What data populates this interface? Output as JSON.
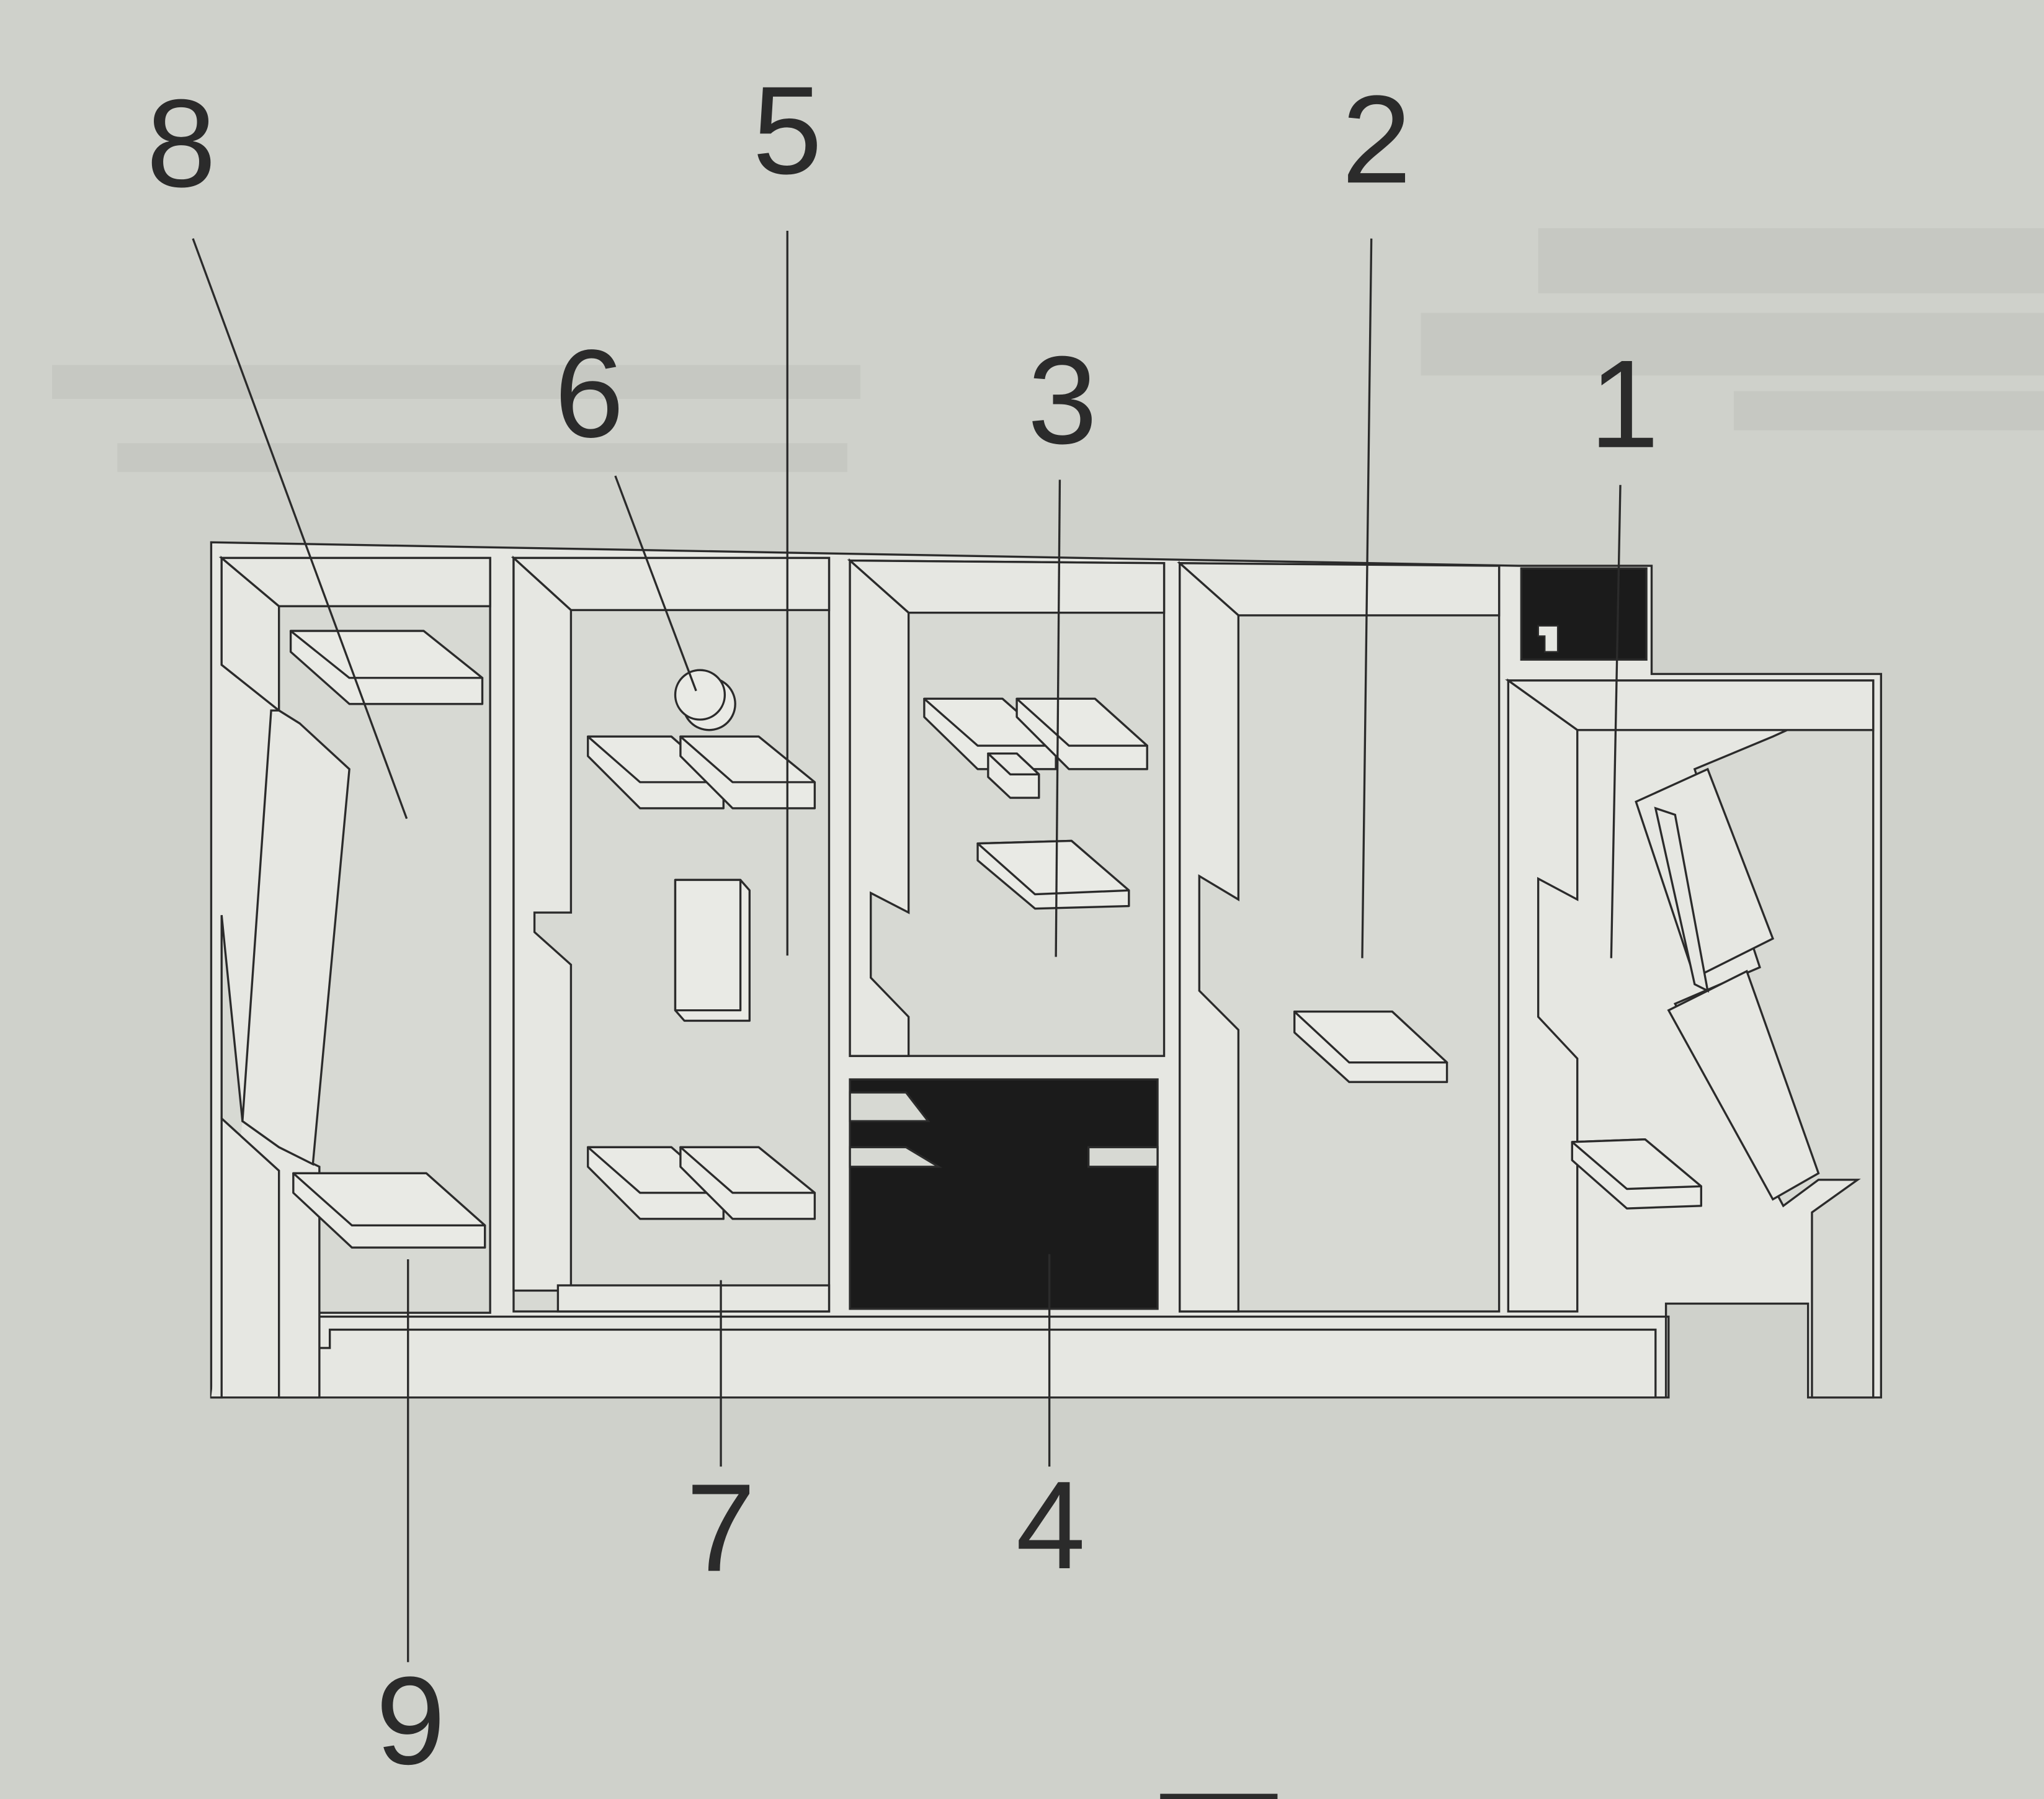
{
  "diagram": {
    "labels": {
      "l1": "1",
      "l2": "2",
      "l3": "3",
      "l4": "4",
      "l5": "5",
      "l6": "6",
      "l7": "7",
      "l8": "8",
      "l9": "9"
    },
    "colors": {
      "background": "#cfd1cb",
      "panel": "#d6d8d2",
      "wall": "#e6e7e2",
      "line": "#2b2b2b",
      "dark": "#1b1b1b"
    }
  }
}
